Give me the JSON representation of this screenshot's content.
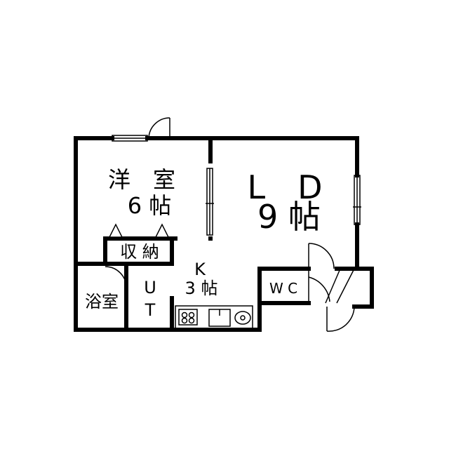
{
  "plan": {
    "western_room": {
      "name": "洋　室",
      "size": "6 帖"
    },
    "ld": {
      "name": "L　D",
      "size": "9 帖"
    },
    "storage": "収 納",
    "kitchen": {
      "name": "K",
      "size": "3 帖"
    },
    "utility": [
      "U",
      "T"
    ],
    "bath": "浴室",
    "wc": "W C"
  },
  "colors": {
    "wall": "#000000",
    "background": "#ffffff"
  }
}
